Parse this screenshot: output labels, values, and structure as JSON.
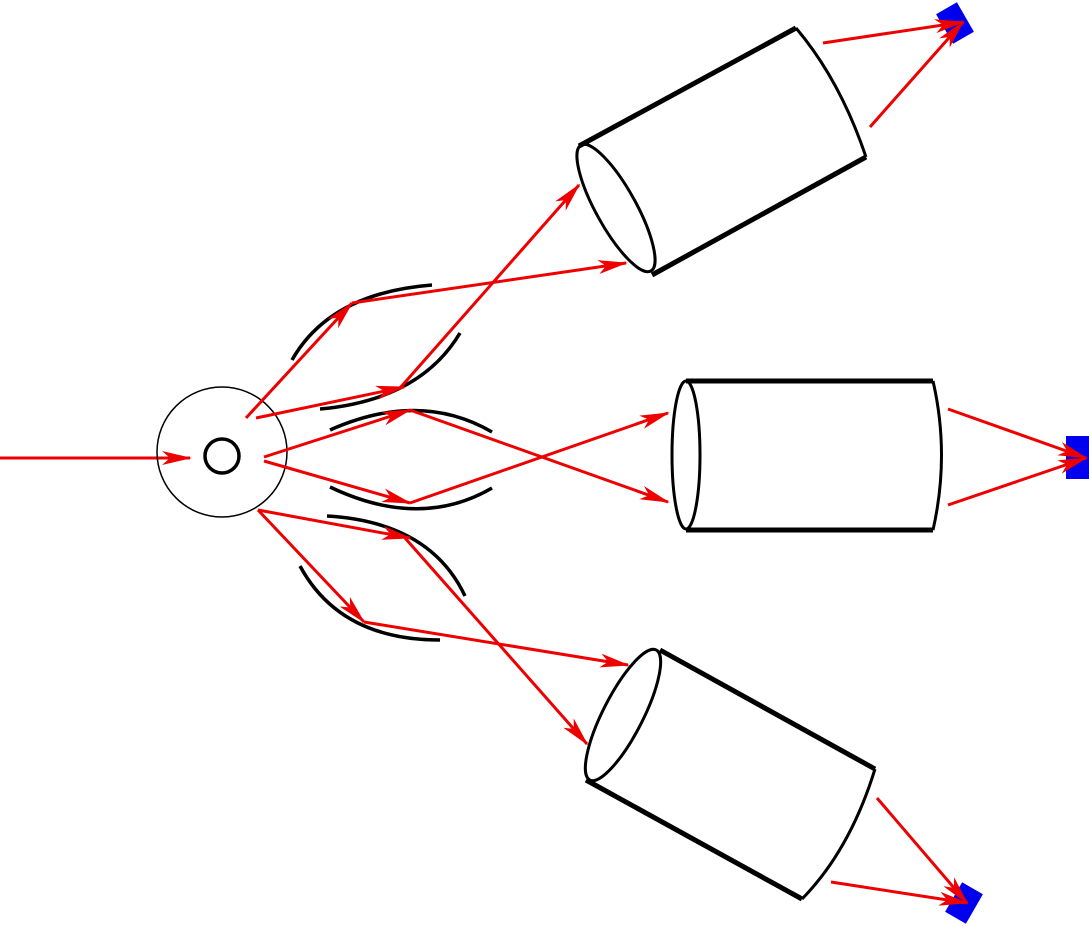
{
  "title": "",
  "colors": {
    "ray": "#ee0000",
    "detector": "#0000ee",
    "outline": "#000000",
    "background": "#ffffff"
  },
  "components": {
    "source_beam": "incident-ray",
    "sample": "sample-ring",
    "mirrors": [
      "mirror-upper-outer",
      "mirror-upper-inner",
      "mirror-middle-upper",
      "mirror-middle-lower",
      "mirror-lower-inner",
      "mirror-lower-outer"
    ],
    "tubes": [
      "tube-upper",
      "tube-middle",
      "tube-lower"
    ],
    "detectors": [
      "detector-upper",
      "detector-middle",
      "detector-lower"
    ]
  }
}
